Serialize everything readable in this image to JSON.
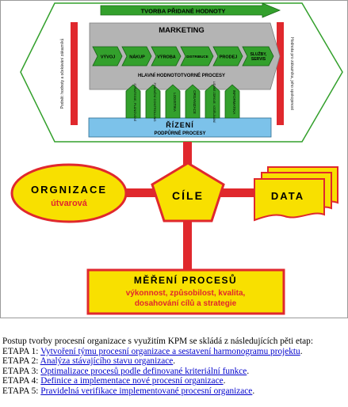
{
  "diagram": {
    "top_arrow_label": "TVORBA PŘIDANÉ HODNOTY",
    "left_bar_label": "Podnět: hodnoty a očekávání zákazníků",
    "right_bar_label": "Hodnota pro zákazníka, jeho spokojenost",
    "marketing_label": "MARKETING",
    "chain_steps": [
      "VÝVOJ",
      "NÁKUP",
      "VÝROBA",
      "DISTRIBUCE",
      "PRODEJ",
      "SLUŽBY, SERVIS"
    ],
    "main_processes_label": "HLAVNÍ HODNOTOTVORNÉ PROCESY",
    "support_columns": [
      "STRATEGIE, PLÁNOVÁNÍ",
      "FINANČNÍ CONTROLLING",
      "LOGISTIKA",
      "ORGANIZACE",
      "LIDSKÉ ZDROJE, VZDĚLÁVÁNÍ",
      "INFORMATIKA"
    ],
    "rizeni_label": "ŘÍZENÍ",
    "support_processes_label": "PODPŮRNÉ PROCESY",
    "org_title": "ORGNIZACE",
    "org_subtitle": "útvarová",
    "goals_label": "CÍLE",
    "data_label": "DATA",
    "measure_title": "MĚŘENÍ PROCESŮ",
    "measure_lines": [
      "výkonnost, způsobilost, kvalita,",
      "dosahování cílů a strategie"
    ],
    "colors": {
      "green": "#33a02c",
      "red": "#e0282d",
      "yellow": "#f8e000",
      "gray": "#b4b4b4",
      "blue": "#7cc2ea"
    }
  },
  "caption": {
    "intro": "Postup tvorby procesní organizace s využitím KPM se skládá z následujících pěti etap:",
    "stages": [
      {
        "label": "ETAPA 1: ",
        "link": "Vytvoření týmu procesní organizace a sestavení harmonogramu projektu",
        "end": "."
      },
      {
        "label": "ETAPA 2: ",
        "link": "Analýza stávajícího stavu organizace",
        "end": "."
      },
      {
        "label": "ETAPA 3: ",
        "link": "Optimalizace procesů podle definované kriteriální funkce",
        "end": "."
      },
      {
        "label": "ETAPA 4: ",
        "link": "Definice a implementace nové procesní organizace",
        "end": "."
      },
      {
        "label": "ETAPA 5: ",
        "link": "Pravidelná verifikace implementované procesní organizace",
        "end": "."
      }
    ]
  }
}
